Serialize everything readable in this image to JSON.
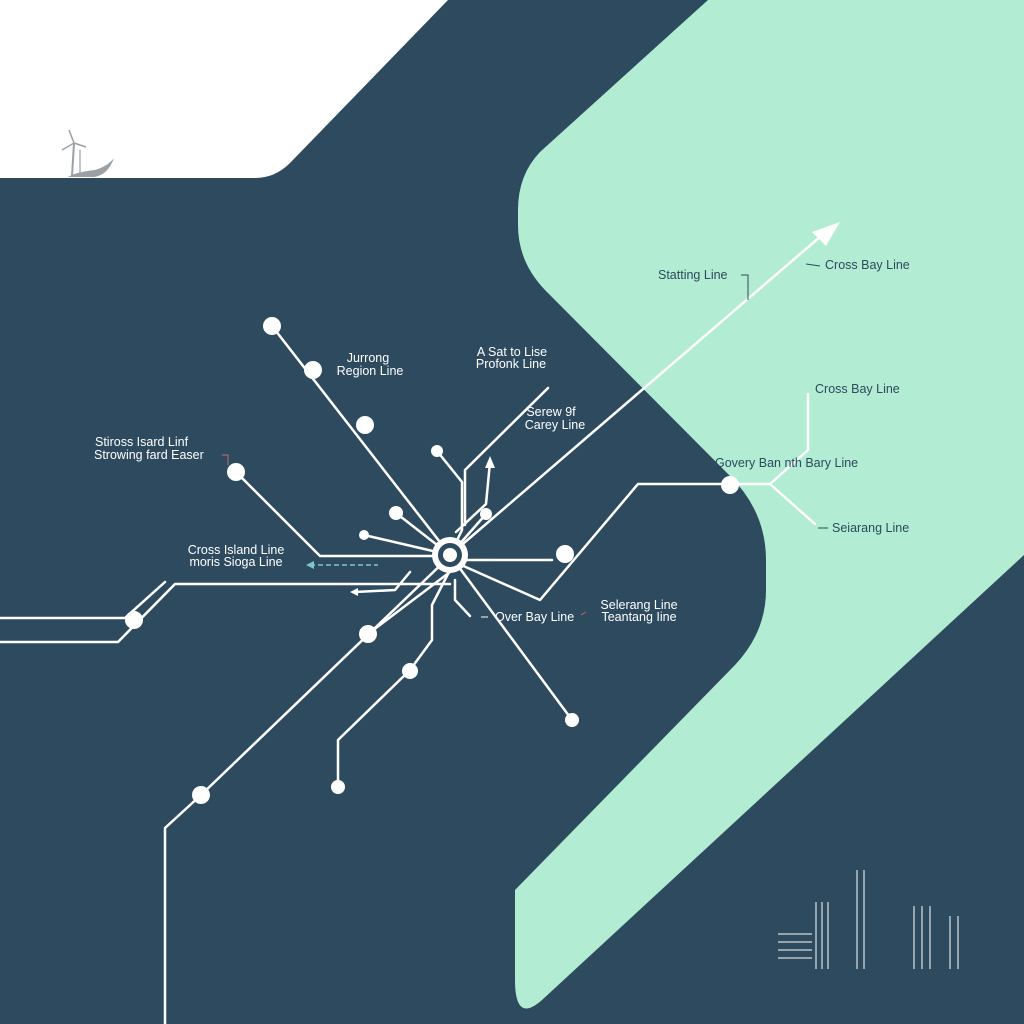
{
  "colors": {
    "navy": "#2d4a5e",
    "mint": "#b2ecd3",
    "white": "#ffffff",
    "label_dark": "#2d4a5e",
    "label_light": "#ffffff",
    "skyline": "#2d4a5e",
    "icon_grey": "#9aa0a6"
  },
  "icons": {
    "top_left": "wind-turbine-boat-icon",
    "bottom_right": "city-skyline-icon"
  },
  "labels": {
    "jurong_1": "Jurrong",
    "jurong_2": "Region Line",
    "astat_1": "A Sat to Lise",
    "astat_2": "Profonk Line",
    "serew_1": "Serew 9f",
    "serew_2": "Carey Line",
    "stiross_1": "Stiross Isard Linf",
    "stiross_2": "Strowing fard Easer",
    "crossisland_1": "Cross Island Line",
    "crossisland_2": "moris Sioga Line",
    "overbay": "Over Bay Line",
    "selerang_1": "Selerang Line",
    "selerang_2": "Teantang Iine",
    "statting": "Statting Line",
    "crossbay_top": "Cross Bay Line",
    "crossbay_mid": "Cross Bay Line",
    "govery": "Govery Ban nth Bary Line",
    "seiarang": "Seiarang Line"
  }
}
